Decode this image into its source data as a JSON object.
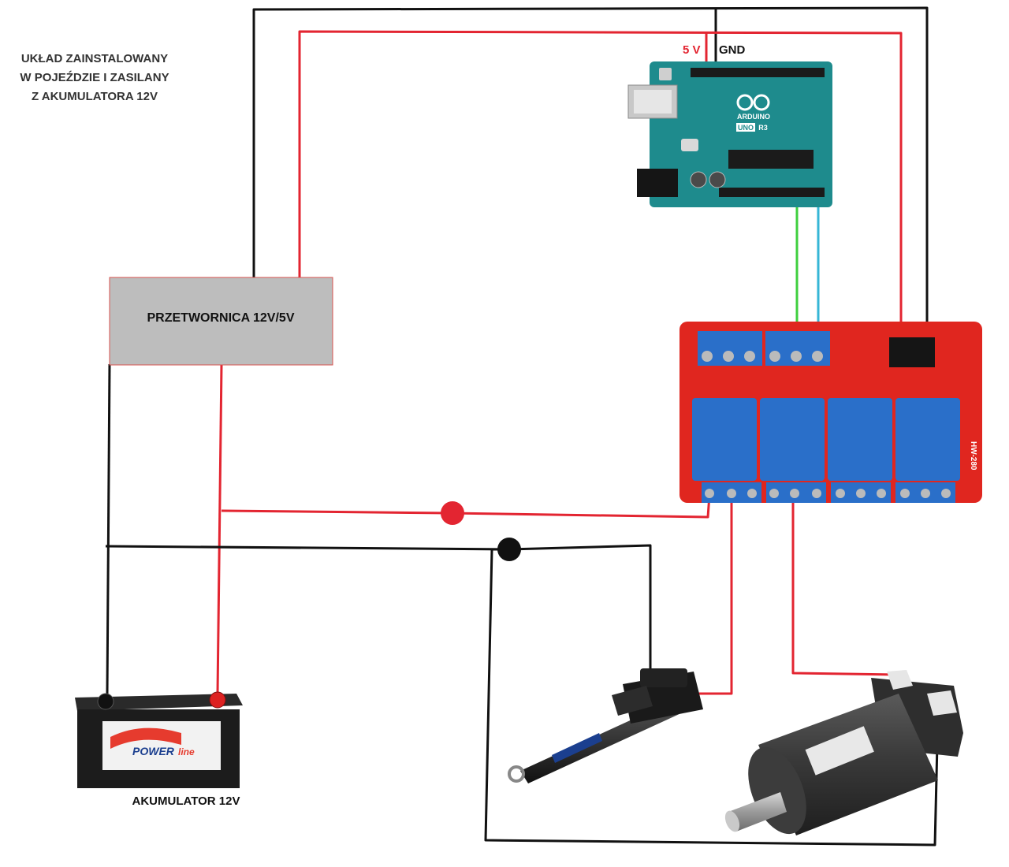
{
  "texts": {
    "caption_lines": [
      "UKŁAD ZAINSTALOWANY",
      "W POJEŹDZIE I ZASILANY",
      "Z AKUMULATORA 12V"
    ],
    "converter_label": "PRZETWORNICA 12V/5V",
    "battery_label": "AKUMULATOR 12V",
    "pin_5v": "5 V",
    "pin_gnd": "GND",
    "arduino_brand": "ARDUINO",
    "arduino_model": "UNO",
    "arduino_rev": "R3",
    "relay_model": "HW-280",
    "battery_brand": "POWER",
    "battery_brand_suffix": "line"
  },
  "colors": {
    "wire_red": "#e32531",
    "wire_black": "#111111",
    "wire_green": "#3ecf3e",
    "wire_cyan": "#36b6d6",
    "converter_fill": "#bdbdbd",
    "converter_border": "#d9534f",
    "arduino_board": "#1e8b8d",
    "relay_board": "#e0261f",
    "relay_body": "#2a6fc9",
    "motor_body": "#3a3a3a"
  }
}
